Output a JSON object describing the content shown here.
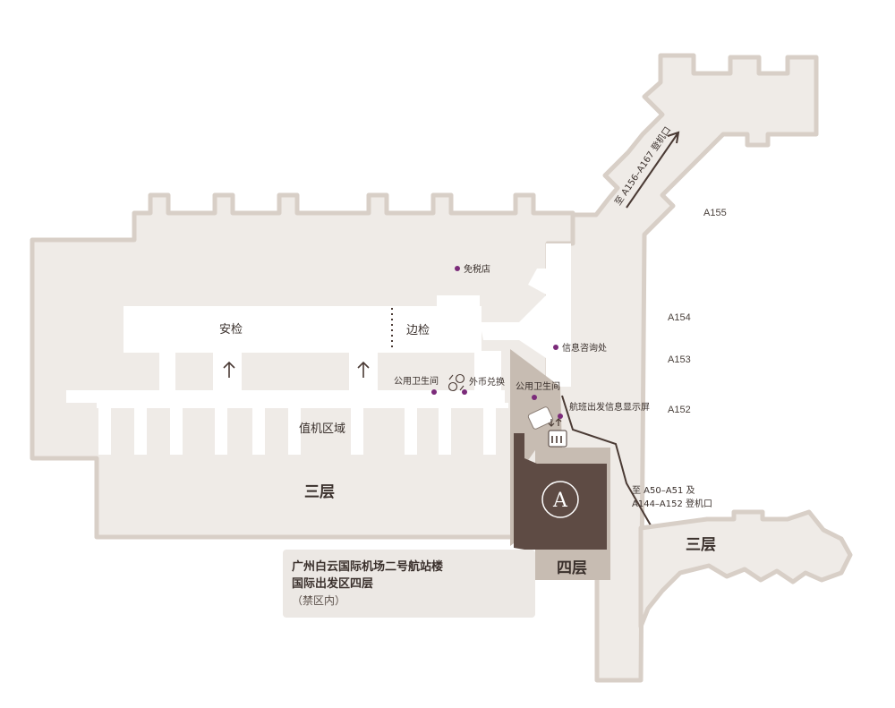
{
  "floor_labels": {
    "third_floor_left": "三层",
    "third_floor_right": "三层",
    "fourth_floor": "四层"
  },
  "areas": {
    "security_check": "安检",
    "border_control": "边检",
    "check_in_area": "值机区域"
  },
  "pois": {
    "duty_free": "免税店",
    "information": "信息咨询处",
    "restroom_left": "公用卫生间",
    "currency_exchange": "外币兑换",
    "restroom_right": "公用卫生间",
    "flight_info_display": "航班出发信息显示屏"
  },
  "directions": {
    "to_upper_gates": "至 A156–A167 登机口",
    "to_lower_gates_line1": "至 A50–A51 及",
    "to_lower_gates_line2": "A144–A152 登机口"
  },
  "gates": {
    "a155": "A155",
    "a154": "A154",
    "a153": "A153",
    "a152": "A152"
  },
  "lounge_logo_letter": "A",
  "info_box": {
    "line1": "广州白云国际机场二号航站楼",
    "line2": "国际出发区四层",
    "line3": "（禁区内）"
  },
  "colors": {
    "floor_fill": "#efebe7",
    "outline": "#d8cfc7",
    "mezzanine": "#c7bcb2",
    "lounge": "#5e4b44",
    "poi_dot": "#7b2b7a",
    "route_line": "#4a3a34"
  }
}
